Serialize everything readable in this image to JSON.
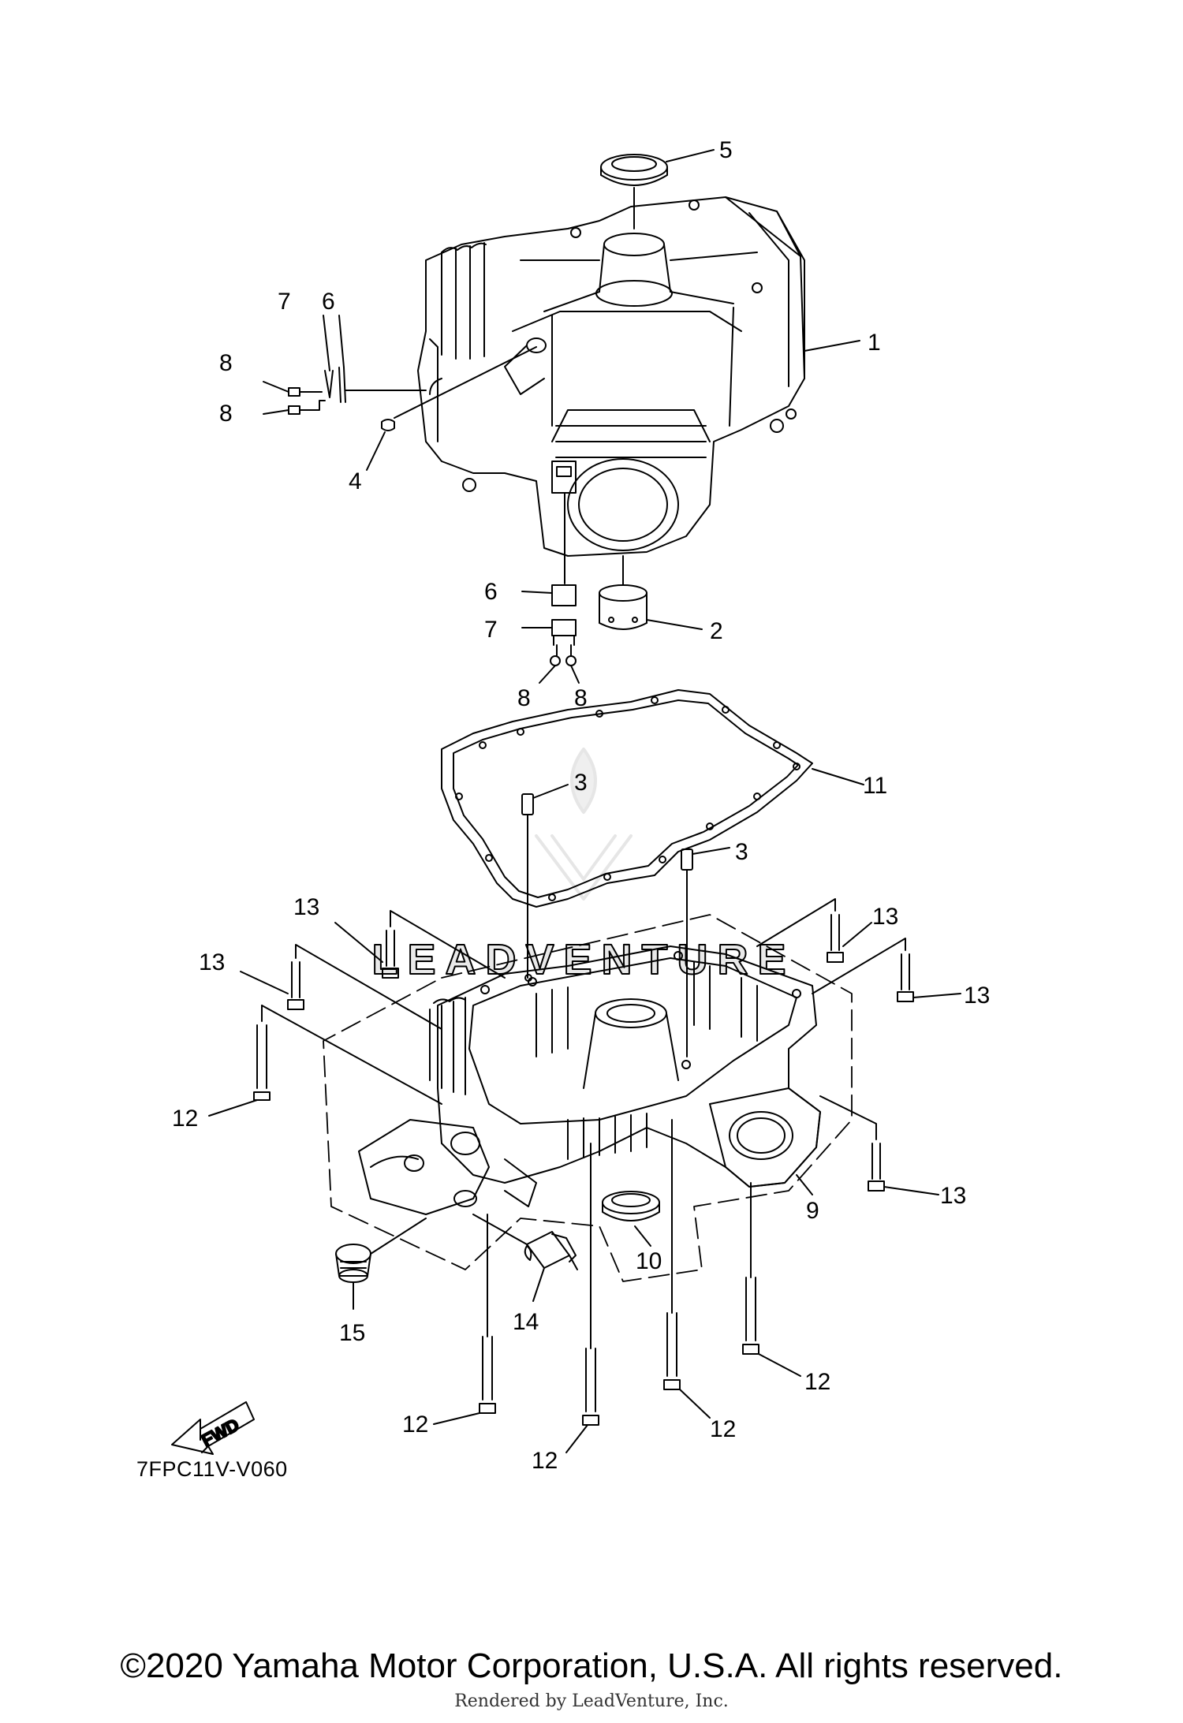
{
  "diagram": {
    "code": "7FPC11V-V060",
    "fwd_label": "FWD",
    "watermark_text": "LEADVENTURE",
    "parts": [
      {
        "id": "p1",
        "label": "1"
      },
      {
        "id": "p2",
        "label": "2"
      },
      {
        "id": "p3a",
        "label": "3"
      },
      {
        "id": "p3b",
        "label": "3"
      },
      {
        "id": "p4",
        "label": "4"
      },
      {
        "id": "p5",
        "label": "5"
      },
      {
        "id": "p6a",
        "label": "6"
      },
      {
        "id": "p6b",
        "label": "6"
      },
      {
        "id": "p7a",
        "label": "7"
      },
      {
        "id": "p7b",
        "label": "7"
      },
      {
        "id": "p8a",
        "label": "8"
      },
      {
        "id": "p8b",
        "label": "8"
      },
      {
        "id": "p8c",
        "label": "8"
      },
      {
        "id": "p8d",
        "label": "8"
      },
      {
        "id": "p9",
        "label": "9"
      },
      {
        "id": "p10",
        "label": "10"
      },
      {
        "id": "p11",
        "label": "11"
      },
      {
        "id": "p12a",
        "label": "12"
      },
      {
        "id": "p12b",
        "label": "12"
      },
      {
        "id": "p12c",
        "label": "12"
      },
      {
        "id": "p12d",
        "label": "12"
      },
      {
        "id": "p12e",
        "label": "12"
      },
      {
        "id": "p13a",
        "label": "13"
      },
      {
        "id": "p13b",
        "label": "13"
      },
      {
        "id": "p13c",
        "label": "13"
      },
      {
        "id": "p13d",
        "label": "13"
      },
      {
        "id": "p13e",
        "label": "13"
      },
      {
        "id": "p14",
        "label": "14"
      },
      {
        "id": "p15",
        "label": "15"
      }
    ]
  },
  "footer": {
    "copyright": "©2020 Yamaha Motor Corporation, U.S.A. All rights reserved.",
    "render_credit": "Rendered by LeadVenture, Inc."
  }
}
